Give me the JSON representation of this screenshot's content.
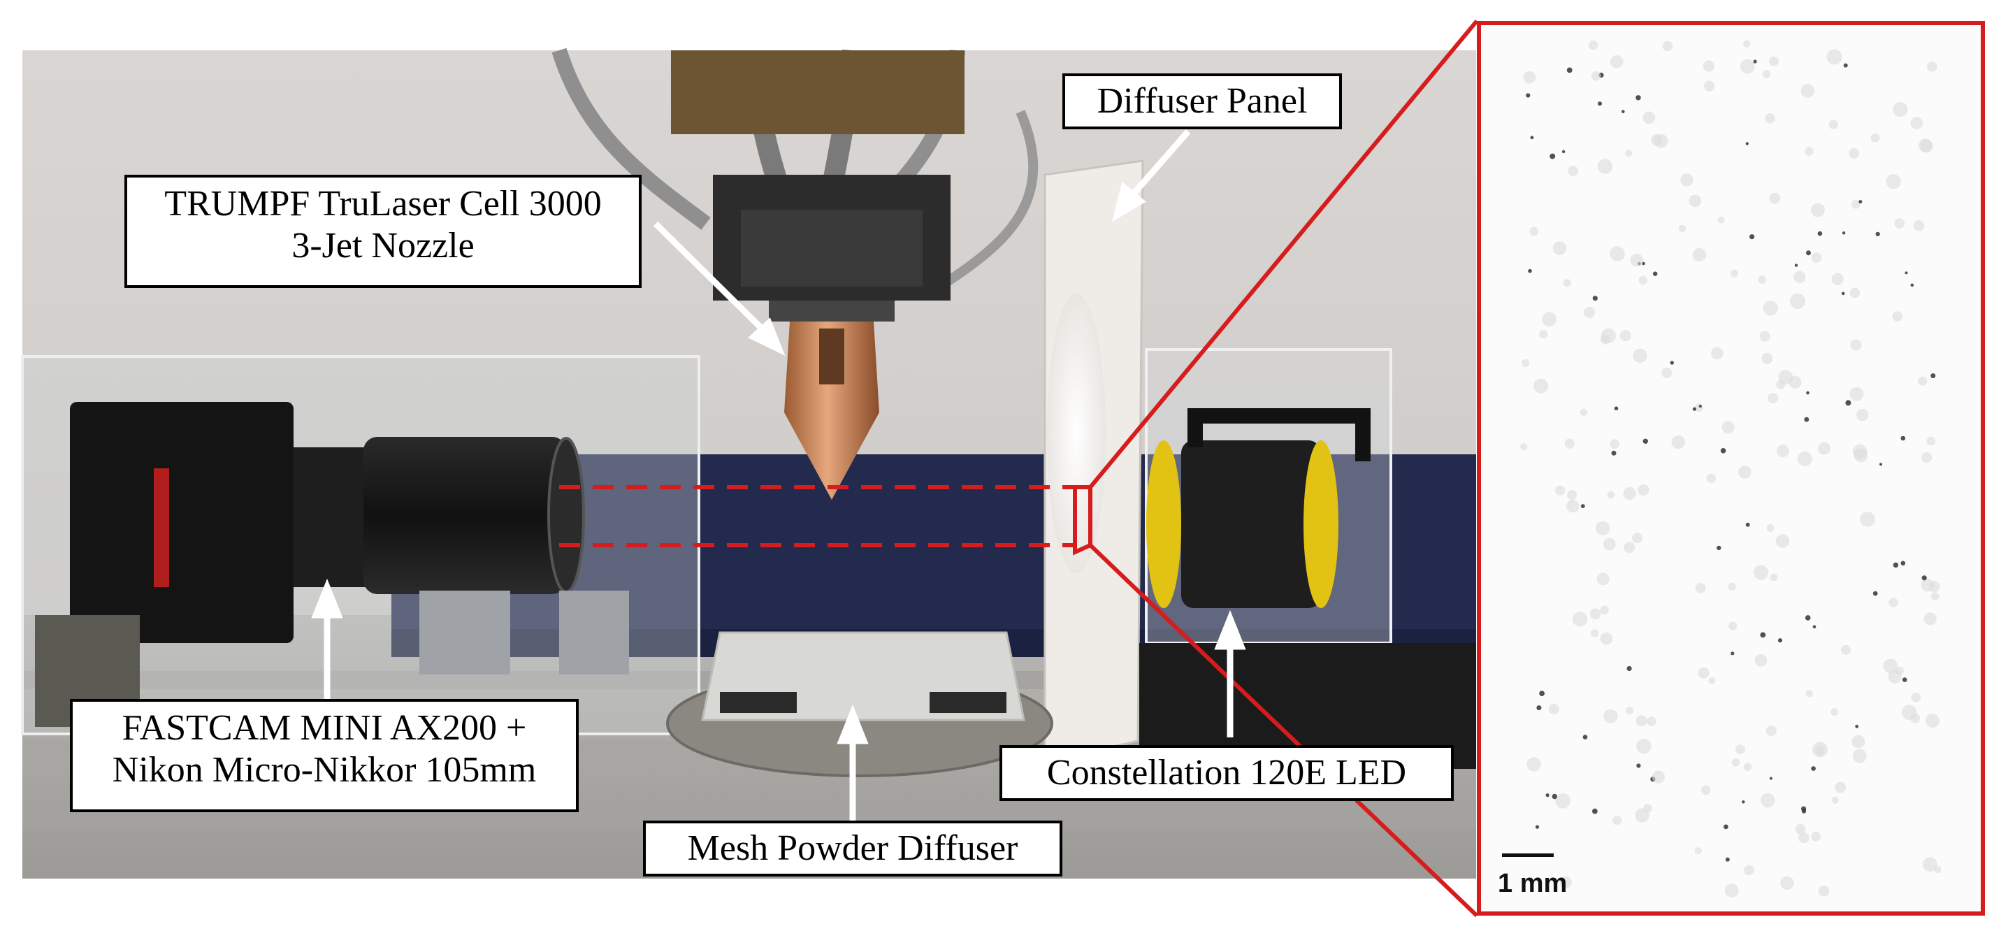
{
  "callouts": {
    "nozzle": [
      "TRUMPF TruLaser Cell 3000",
      "3-Jet Nozzle"
    ],
    "diffuser_panel": "Diffuser Panel",
    "camera": [
      "FASTCAM MINI AX200 +",
      "Nikon Micro-Nikkor 105mm"
    ],
    "mesh": "Mesh Powder Diffuser",
    "led": "Constellation 120E LED"
  },
  "inset": {
    "scale_label": "1 mm"
  },
  "colors": {
    "highlight": "#d61c1c",
    "arrow": "#ffffff",
    "callout_border": "#000000"
  }
}
